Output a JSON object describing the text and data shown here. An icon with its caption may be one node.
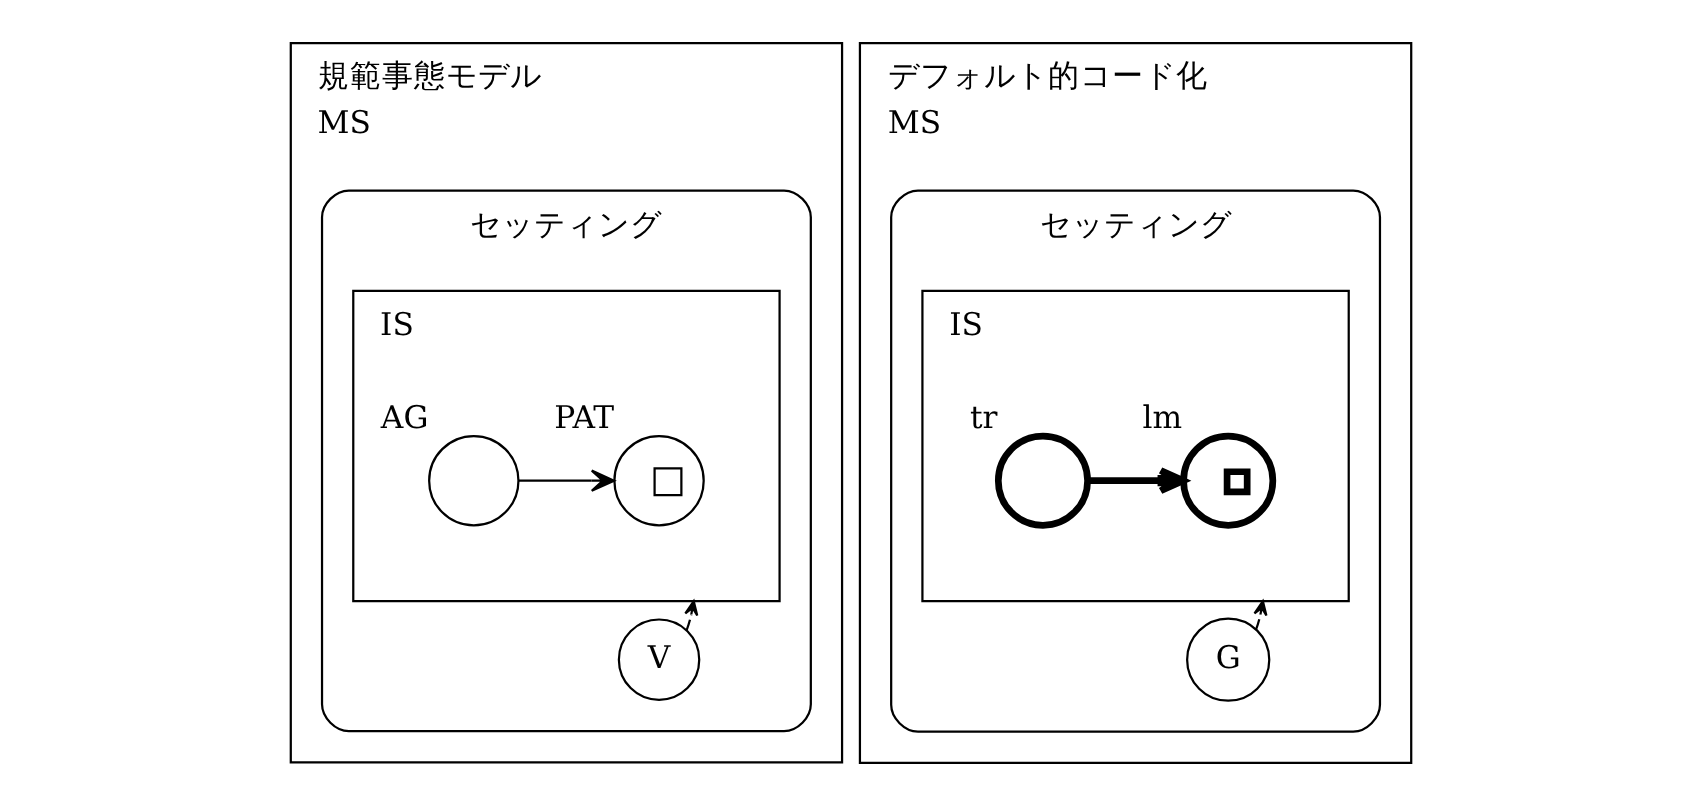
{
  "diagram": {
    "nodes": [
      {
        "text": [
          "規範事態モデル",
          "MS"
        ]
      },
      {
        "text": [
          "セッティング"
        ],
        "in": 0
      },
      {
        "text": [
          "IS"
        ],
        "in": 1
      },
      {
        "text": [],
        "shape": "circle",
        "beside": [
          "AG"
        ],
        "in": 2
      },
      {
        "text": [],
        "shape": "circle",
        "beside": [
          "PAT"
        ],
        "in": 2
      },
      {
        "text": [
          "V"
        ],
        "in": 1
      },
      {
        "text": [
          "デフォルト的コード化",
          "MS"
        ]
      },
      {
        "text": [
          "セッティング"
        ],
        "in": 6
      },
      {
        "text": [
          "IS"
        ],
        "in": 7
      },
      {
        "text": [],
        "shape": "circle",
        "beside": [
          "tr"
        ],
        "in": 8
      },
      {
        "text": [],
        "shape": "circle",
        "beside": [
          "lm"
        ],
        "in": 8
      },
      {
        "text": [
          "G"
        ],
        "in": 7
      }
    ],
    "edges": [
      {
        "from": 3,
        "to": 4,
        "arrow": "to"
      },
      {
        "from": 5,
        "to": 2,
        "arrow": "to",
        "style": "dashed"
      },
      {
        "from": 9,
        "to": 10,
        "arrow": "to",
        "style": "thick"
      },
      {
        "from": 11,
        "to": 8,
        "arrow": "to",
        "style": "dashed"
      }
    ]
  }
}
